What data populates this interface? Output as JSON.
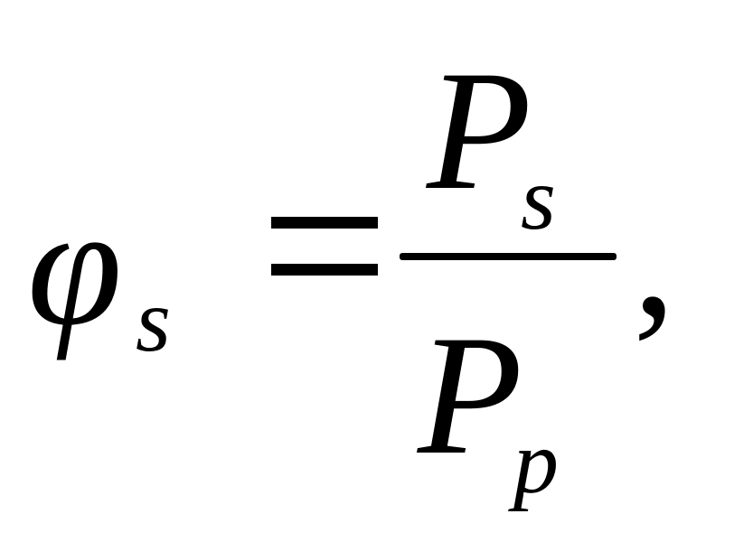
{
  "formula": {
    "lhs_symbol": "φ",
    "lhs_subscript": "s",
    "equals": "=",
    "numerator_symbol": "P",
    "numerator_subscript": "s",
    "denominator_symbol": "P",
    "denominator_subscript": "p",
    "trailing_punctuation": ","
  }
}
